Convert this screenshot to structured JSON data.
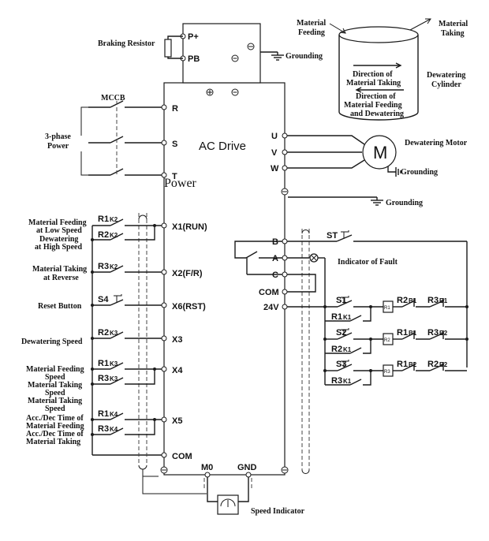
{
  "drive": {
    "title": "AC Drive",
    "power_label": "Power"
  },
  "terminals": {
    "p_plus": "P+",
    "pb": "PB",
    "r": "R",
    "s": "S",
    "t": "T",
    "u": "U",
    "v": "V",
    "w": "W",
    "x1": "X1(RUN)",
    "x2": "X2(F/R)",
    "x6": "X6(RST)",
    "x3": "X3",
    "x4": "X4",
    "x5": "X5",
    "com_left": "COM",
    "m0": "M0",
    "gnd": "GND",
    "b": "B",
    "a": "A",
    "c": "C",
    "com_right": "COM",
    "v24": "24V"
  },
  "labels": {
    "braking_resistor": "Braking Resistor",
    "grounding": "Grounding",
    "mccb": "MCCB",
    "three_phase_line1": "3-phase",
    "three_phase_line2": "Power",
    "material_feeding_line1": "Material",
    "material_feeding_line2": "Feeding",
    "material_taking_line1": "Material",
    "material_taking_line2": "Taking",
    "dewatering_cylinder_line1": "Dewatering",
    "dewatering_cylinder_line2": "Cylinder",
    "direction_taking_line1": "Direction of",
    "direction_taking_line2": "Material Taking",
    "direction_feeding_line1": "Direction of",
    "direction_feeding_line2": "Material Feeding",
    "direction_feeding_line3": "and Dewatering",
    "motor_symbol": "M",
    "dewatering_motor": "Dewatering Motor",
    "indicator_of_fault": "Indicator of Fault",
    "speed_indicator": "Speed Indicator",
    "mf_low_line1": "Material Feeding",
    "mf_low_line2": "at Low Speed",
    "dw_high_line1": "Dewatering",
    "dw_high_line2": "at High Speed",
    "mt_rev_line1": "Material Taking",
    "mt_rev_line2": "at Reverse",
    "reset_button": "Reset Button",
    "dewatering_speed": "Dewatering Speed",
    "mf_speed_line1": "Material Feeding",
    "mf_speed_line2": "Speed",
    "mt_speed_a_line1": "Material Taking",
    "mt_speed_a_line2": "Speed",
    "mt_speed_b_line1": "Material Taking",
    "mt_speed_b_line2": "Speed",
    "acc_feed_line1": "Acc./Dec Time of",
    "acc_feed_line2": "Material Feeding",
    "acc_take_line1": "Acc./Dec Time of",
    "acc_take_line2": "Material Taking"
  },
  "contacts": {
    "r1k2": "R1",
    "r1k2_sub": "K2",
    "r2k2": "R2",
    "r2k2_sub": "K2",
    "r3k2": "R3",
    "r3k2_sub": "K2",
    "s4": "S4",
    "r2k3": "R2",
    "r2k3_sub": "K3",
    "r1k3": "R1",
    "r1k3_sub": "K3",
    "r3k3": "R3",
    "r3k3_sub": "K3",
    "r1k4": "R1",
    "r1k4_sub": "K4",
    "r3k4": "R3",
    "r3k4_sub": "K4",
    "st": "ST",
    "s1": "S1",
    "s2": "S2",
    "s3": "S3",
    "r1k1": "R1",
    "r1k1_sub": "K1",
    "r2k1": "R2",
    "r2k1_sub": "K1",
    "r3k1": "R3",
    "r3k1_sub": "K1",
    "r2b1": "R2",
    "r2b1_sub": "B1",
    "r3b1": "R3",
    "r3b1_sub": "B1",
    "r1b1": "R1",
    "r1b1_sub": "B1",
    "r3b2": "R3",
    "r3b2_sub": "B2",
    "r1b2": "R1",
    "r1b2_sub": "B2",
    "r2b2": "R2",
    "r2b2_sub": "B2",
    "relay_r1": "R1",
    "relay_r2": "R2",
    "relay_r3": "R3"
  }
}
